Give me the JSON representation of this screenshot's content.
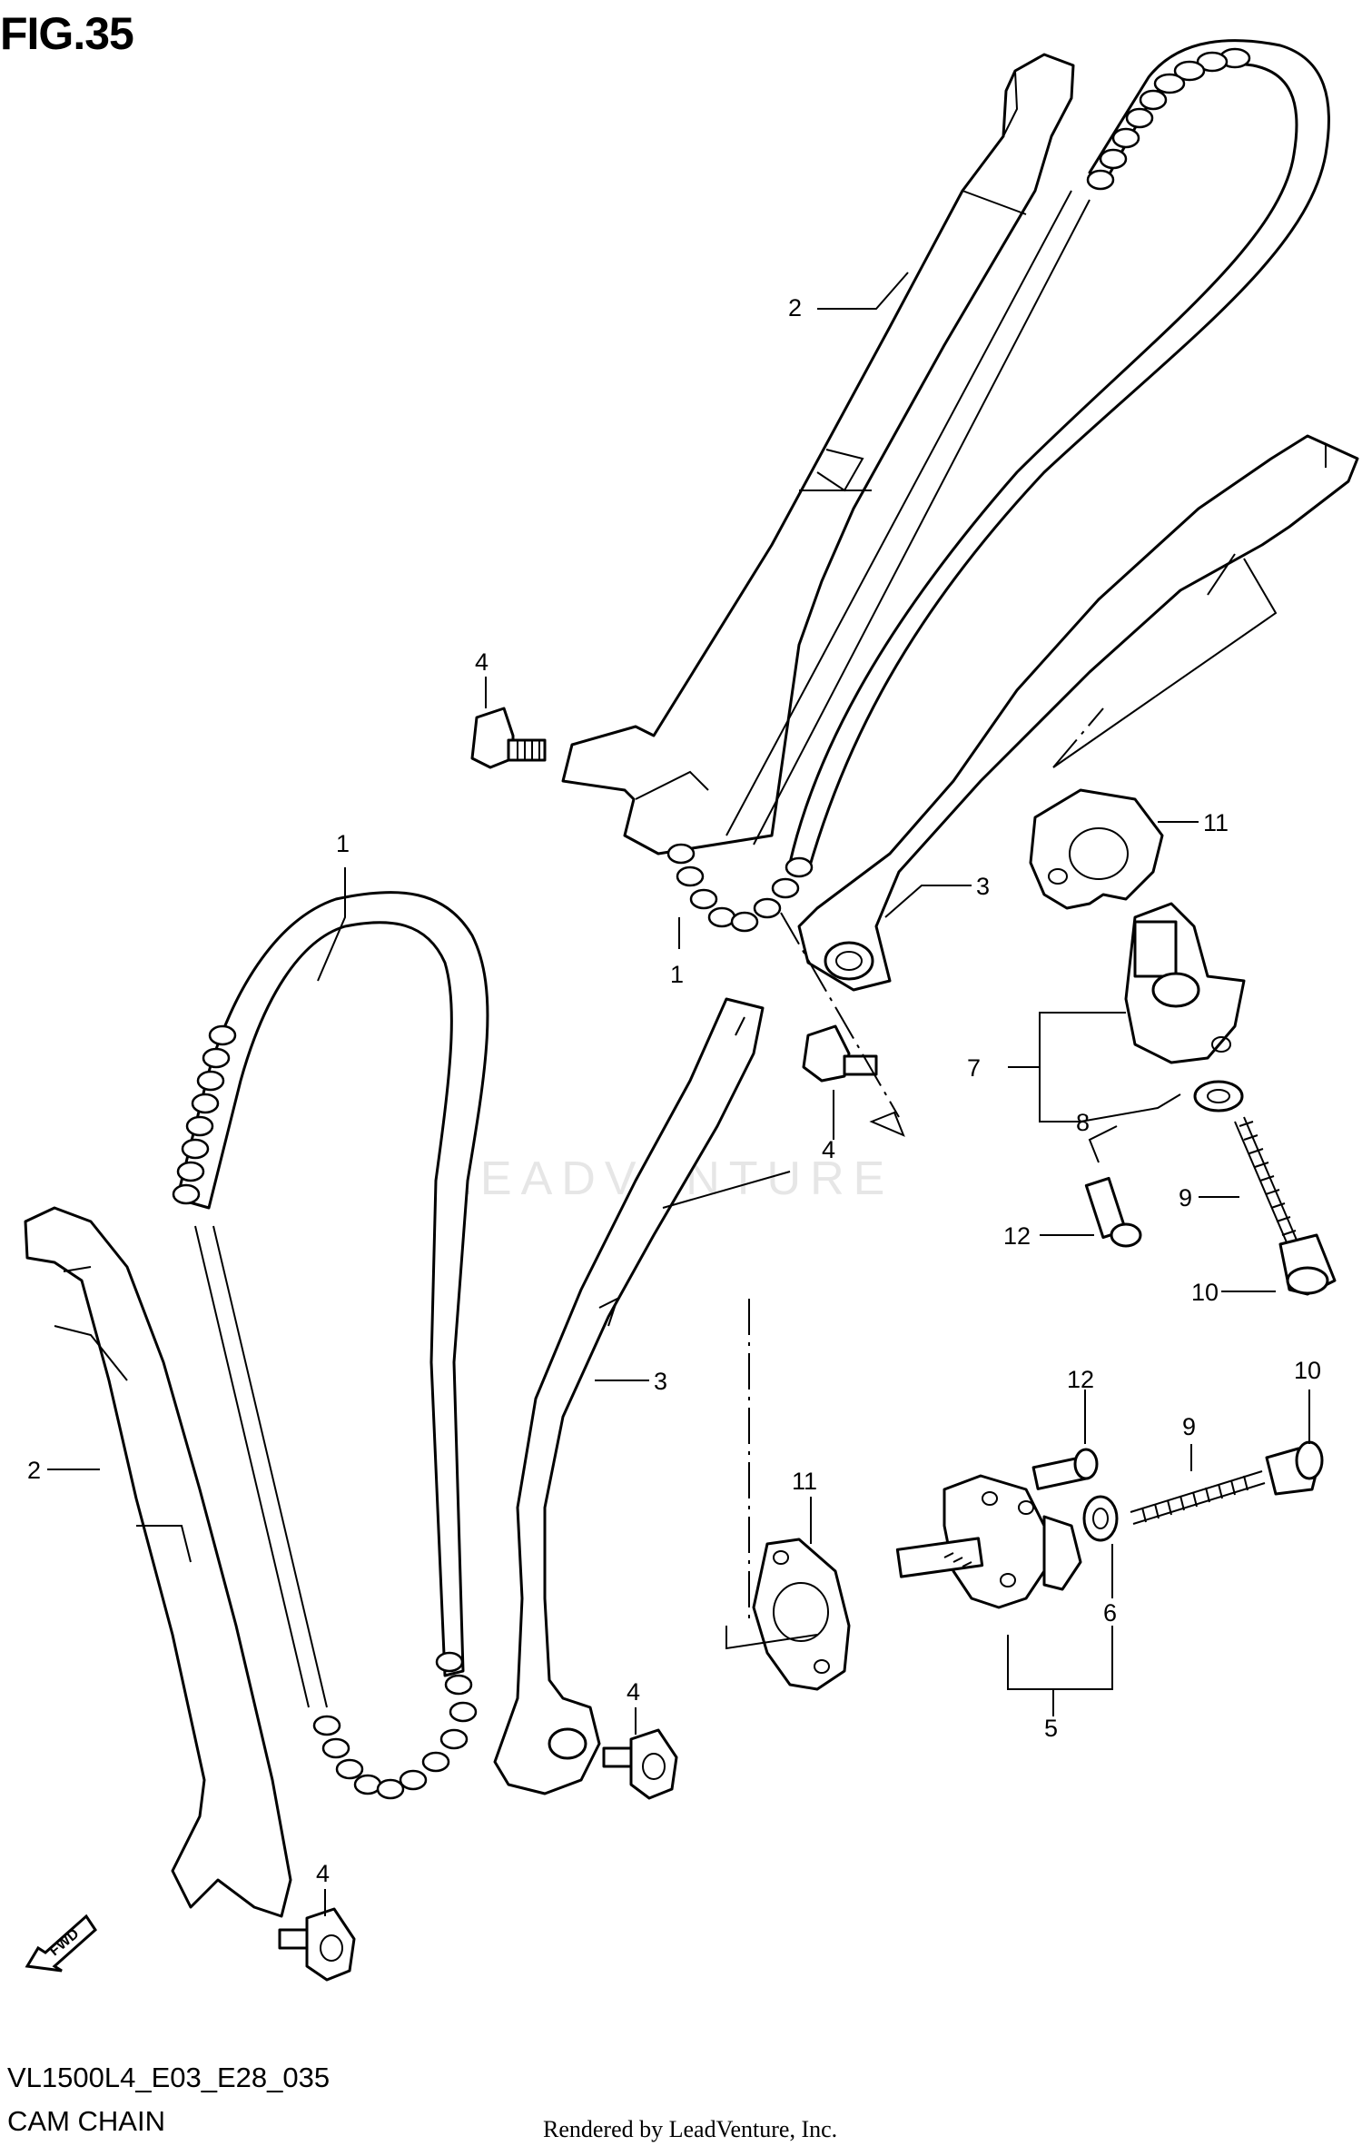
{
  "figure": {
    "title": "FIG.35",
    "model_code": "VL1500L4_E03_E28_035",
    "name": "CAM CHAIN",
    "rendered_by": "Rendered by LeadVenture, Inc.",
    "watermark": "LEADVENTURE"
  },
  "callouts": [
    {
      "id": "c2-top",
      "number": "2"
    },
    {
      "id": "c4-top",
      "number": "4"
    },
    {
      "id": "c11-top",
      "number": "11"
    },
    {
      "id": "c3-top",
      "number": "3"
    },
    {
      "id": "c1-top",
      "number": "1"
    },
    {
      "id": "c7",
      "number": "7"
    },
    {
      "id": "c8",
      "number": "8"
    },
    {
      "id": "c4-mid",
      "number": "4"
    },
    {
      "id": "c9-top",
      "number": "9"
    },
    {
      "id": "c12-top",
      "number": "12"
    },
    {
      "id": "c10-top",
      "number": "10"
    },
    {
      "id": "c1-left",
      "number": "1"
    },
    {
      "id": "c3-mid",
      "number": "3"
    },
    {
      "id": "c2-left",
      "number": "2"
    },
    {
      "id": "c12-bot",
      "number": "12"
    },
    {
      "id": "c9-bot",
      "number": "9"
    },
    {
      "id": "c10-bot",
      "number": "10"
    },
    {
      "id": "c11-bot",
      "number": "11"
    },
    {
      "id": "c6",
      "number": "6"
    },
    {
      "id": "c5",
      "number": "5"
    },
    {
      "id": "c4-bot",
      "number": "4"
    },
    {
      "id": "c4-left",
      "number": "4"
    }
  ],
  "fwd_label": "FWD"
}
